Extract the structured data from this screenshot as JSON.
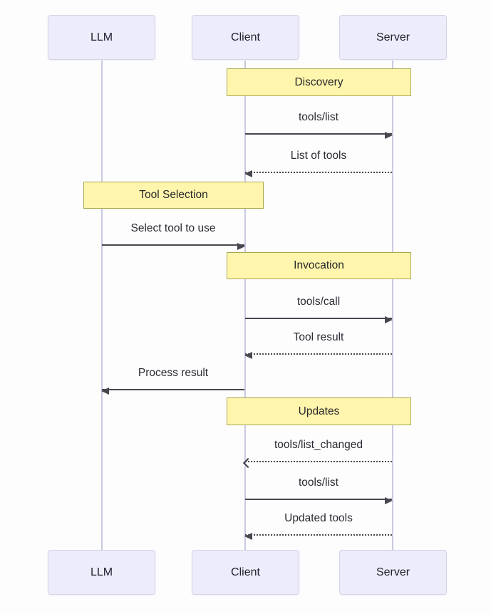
{
  "diagram": {
    "type": "sequence-diagram",
    "actors": [
      {
        "id": "llm",
        "label": "LLM"
      },
      {
        "id": "client",
        "label": "Client"
      },
      {
        "id": "server",
        "label": "Server"
      }
    ],
    "sections": [
      {
        "label": "Discovery",
        "between": [
          "Client",
          "Server"
        ]
      },
      {
        "label": "Tool Selection",
        "between": [
          "LLM",
          "Client"
        ]
      },
      {
        "label": "Invocation",
        "between": [
          "Client",
          "Server"
        ]
      },
      {
        "label": "Updates",
        "between": [
          "Client",
          "Server"
        ]
      }
    ],
    "messages": [
      {
        "label": "tools/list",
        "from": "Client",
        "to": "Server",
        "line": "solid",
        "arrowhead": "filled"
      },
      {
        "label": "List of tools",
        "from": "Server",
        "to": "Client",
        "line": "dotted",
        "arrowhead": "filled"
      },
      {
        "label": "Select tool to use",
        "from": "LLM",
        "to": "Client",
        "line": "solid",
        "arrowhead": "filled"
      },
      {
        "label": "tools/call",
        "from": "Client",
        "to": "Server",
        "line": "solid",
        "arrowhead": "filled"
      },
      {
        "label": "Tool result",
        "from": "Server",
        "to": "Client",
        "line": "dotted",
        "arrowhead": "filled"
      },
      {
        "label": "Process result",
        "from": "Client",
        "to": "LLM",
        "line": "solid",
        "arrowhead": "filled"
      },
      {
        "label": "tools/list_changed",
        "from": "Server",
        "to": "Client",
        "line": "dotted",
        "arrowhead": "open"
      },
      {
        "label": "tools/list",
        "from": "Client",
        "to": "Server",
        "line": "solid",
        "arrowhead": "filled"
      },
      {
        "label": "Updated tools",
        "from": "Server",
        "to": "Client",
        "line": "dotted",
        "arrowhead": "filled"
      }
    ],
    "colors": {
      "actor_fill": "#ececfb",
      "actor_border": "#d4d4e9",
      "section_fill": "#fff5ad",
      "section_border": "#a8a84f",
      "lifeline": "#c9c9e0",
      "arrow": "#47474f",
      "text": "#2b2b33",
      "background": "#fdfdfe"
    }
  }
}
